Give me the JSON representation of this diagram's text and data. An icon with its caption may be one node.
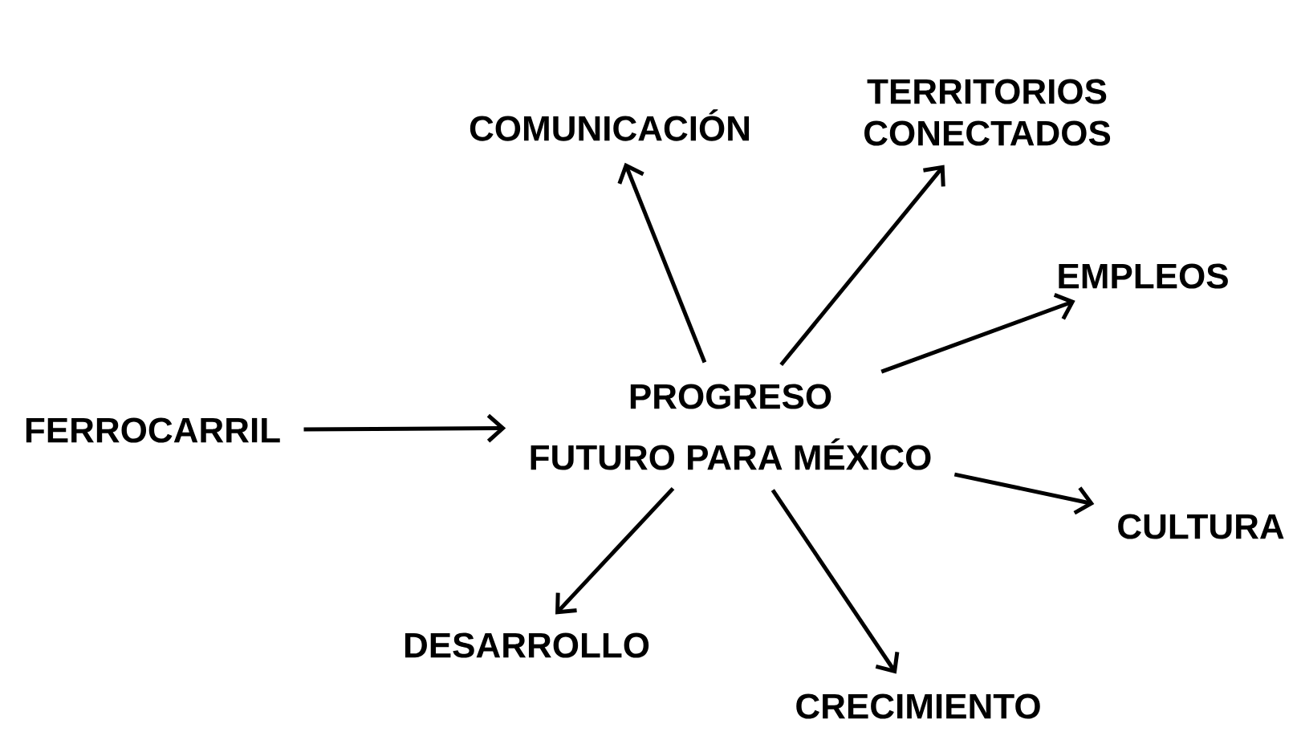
{
  "diagram": {
    "nodes": [
      {
        "text": [
          "FERROCARRIL"
        ]
      },
      {
        "text": [
          "PROGRESO",
          "FUTURO PARA MÉXICO"
        ]
      },
      {
        "text": [
          "COMUNICACIÓN"
        ]
      },
      {
        "text": [
          "TERRITORIOS CONECTADOS"
        ]
      },
      {
        "text": [
          "EMPLEOS"
        ]
      },
      {
        "text": [
          "CULTURA"
        ]
      },
      {
        "text": [
          "DESARROLLO"
        ]
      },
      {
        "text": [
          "CRECIMIENTO"
        ]
      }
    ],
    "edges": [
      {
        "from": 0,
        "to": 1,
        "arrow": "to"
      },
      {
        "from": 1,
        "to": 2,
        "arrow": "to"
      },
      {
        "from": 1,
        "to": 3,
        "arrow": "to"
      },
      {
        "from": 1,
        "to": 4,
        "arrow": "to"
      },
      {
        "from": 1,
        "to": 5,
        "arrow": "to"
      },
      {
        "from": 1,
        "to": 6,
        "arrow": "to"
      },
      {
        "from": 1,
        "to": 7,
        "arrow": "to"
      }
    ]
  }
}
